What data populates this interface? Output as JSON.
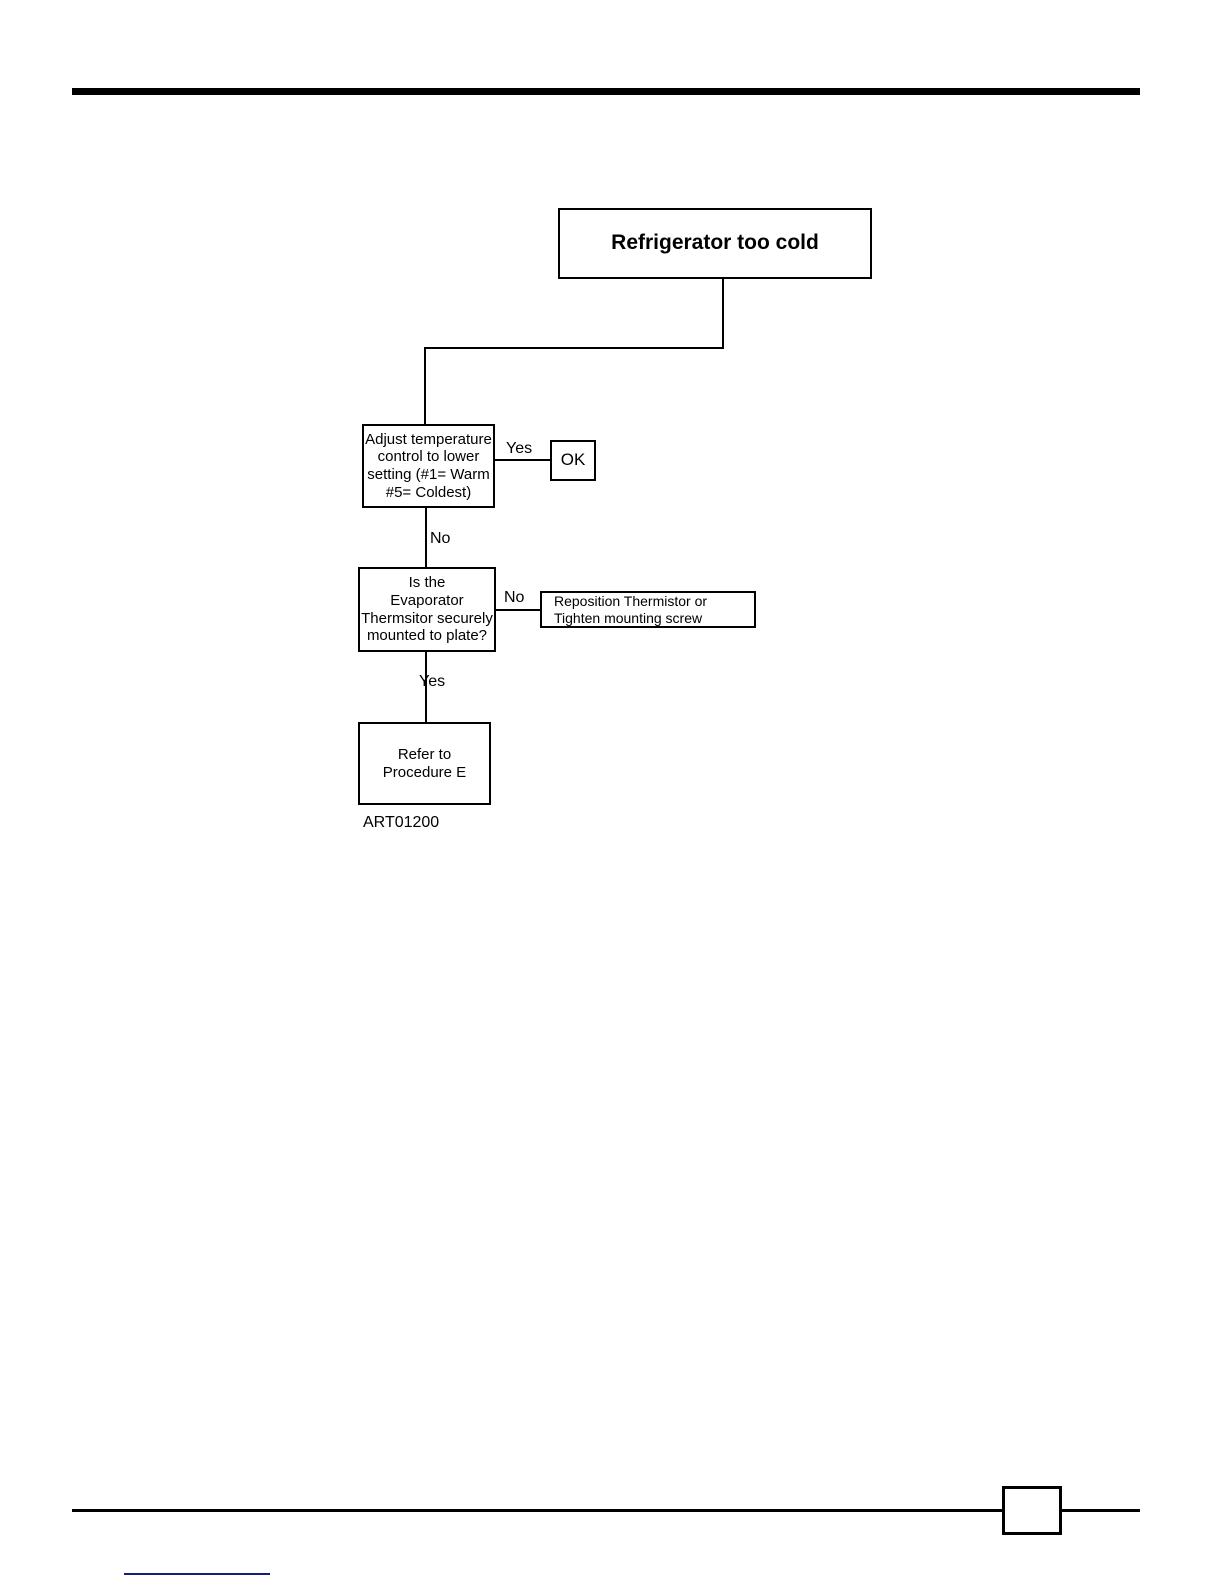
{
  "page": {
    "footer_page_number": "",
    "art_reference": "ART01200"
  },
  "flowchart": {
    "title": "Refrigerator too cold",
    "nodes": {
      "start": "Refrigerator too cold",
      "adjust": "Adjust temperature\ncontrol to lower\nsetting (#1= Warm\n#5= Coldest)",
      "ok": "OK",
      "decision": "Is the\nEvaporator\nThermsitor securely\nmounted to plate?",
      "reposition": "Reposition Thermistor or\nTighten mounting screw",
      "refer": "Refer to\nProcedure E"
    },
    "edge_labels": {
      "adjust_yes": "Yes",
      "adjust_no": "No",
      "decision_no": "No",
      "decision_yes": "Yes"
    }
  }
}
